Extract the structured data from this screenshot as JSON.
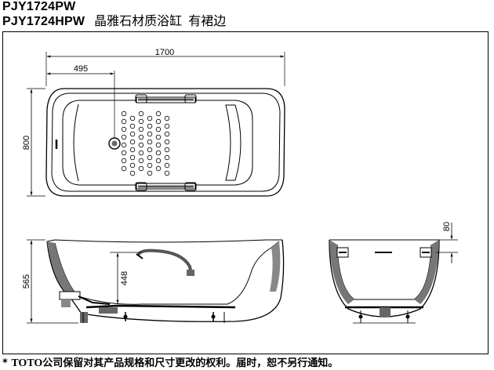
{
  "header": {
    "model_line1": "PJY1724PW",
    "model_line2": "PJY1724HPW",
    "product_name": "晶雅石材质浴缸",
    "variant": "有裙边"
  },
  "dimensions": {
    "total_length": "1700",
    "drain_offset": "495",
    "width": "800",
    "height": "565",
    "armrest_height": "448",
    "rim_height": "80"
  },
  "footer": {
    "star": "*",
    "brand": "TOTO",
    "notice": "公司保留对其产品规格和尺寸更改的权利。届时，恕不另行通知。"
  },
  "colors": {
    "line": "#000000",
    "background": "#ffffff"
  }
}
